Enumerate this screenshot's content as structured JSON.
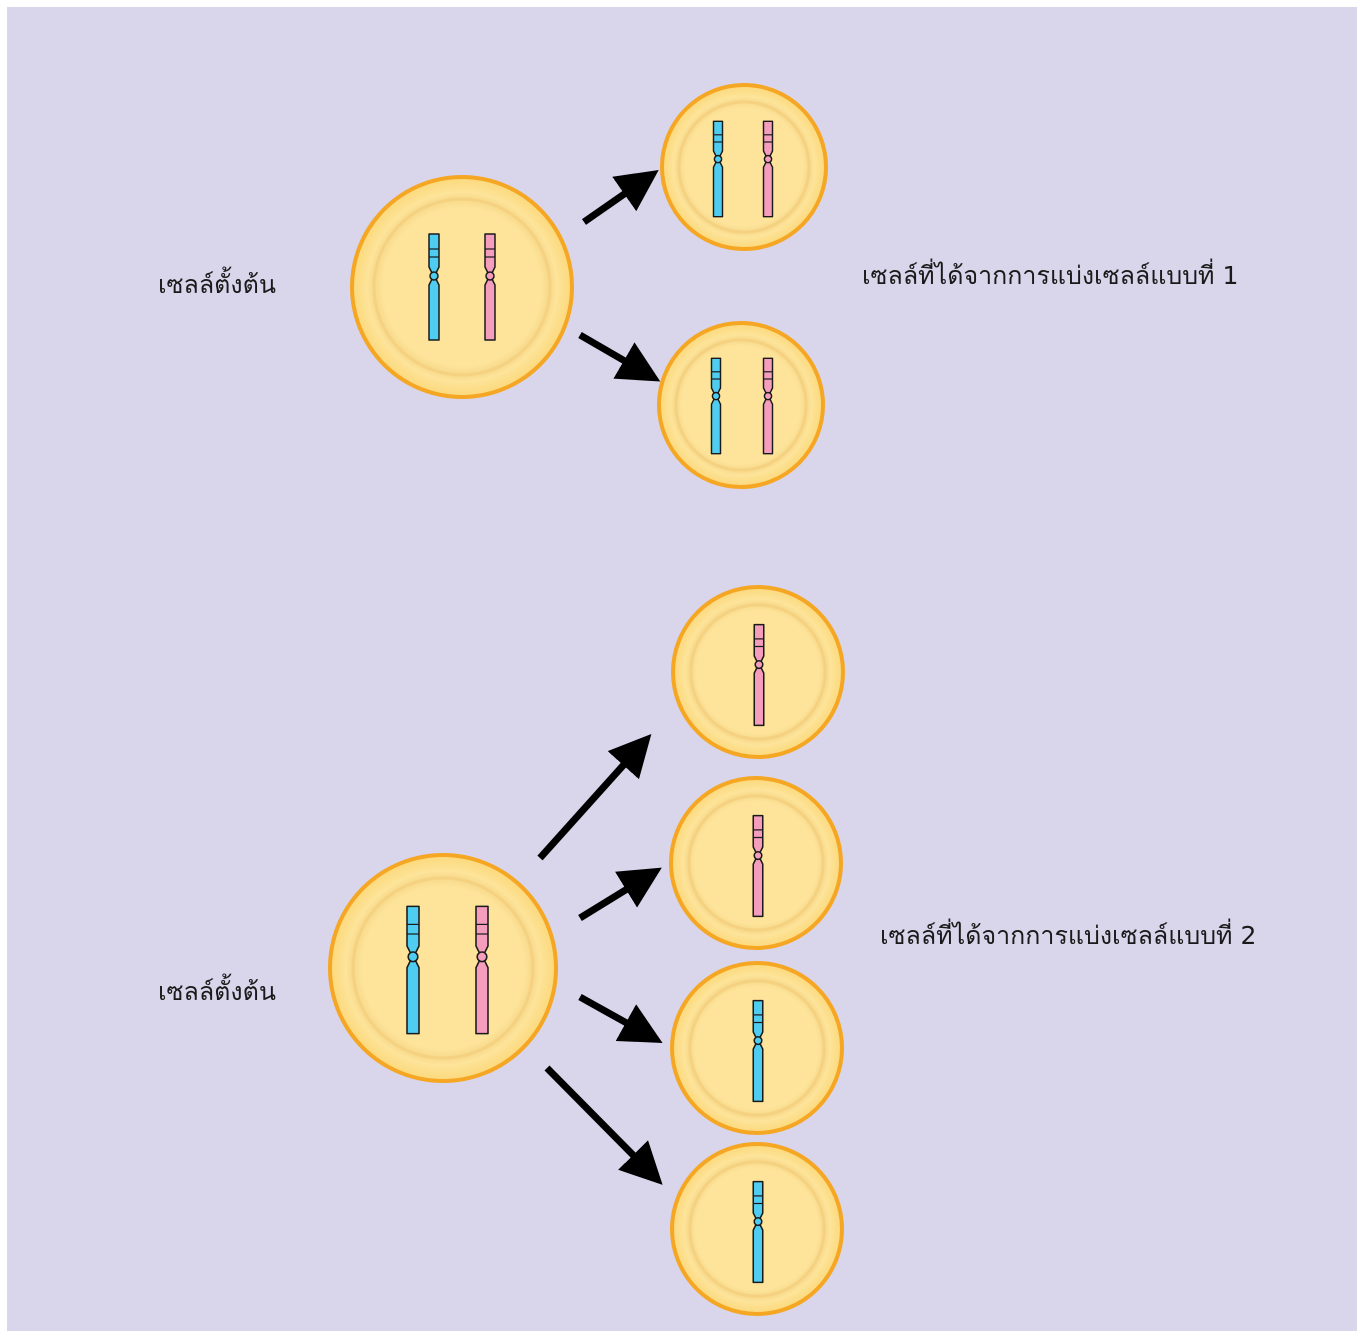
{
  "labels": {
    "parent_top": "เซลล์ตั้งต้น",
    "result_type_1": "เซลล์ที่ได้จากการแบ่งเซลล์แบบที่ 1",
    "parent_bottom": "เซลล์ตั้งต้น",
    "result_type_2": "เซลล์ที่ได้จากการแบ่งเซลล์แบบที่ 2"
  },
  "colors": {
    "background": "#d9d5eb",
    "cell_fill": "#fde49a",
    "cell_border": "#f5a623",
    "chromosome_blue": "#4fcdf0",
    "chromosome_pink": "#f49dbd",
    "arrow": "#000000"
  },
  "icons": [
    "cell-icon",
    "chromosome-icon",
    "arrow-icon"
  ]
}
